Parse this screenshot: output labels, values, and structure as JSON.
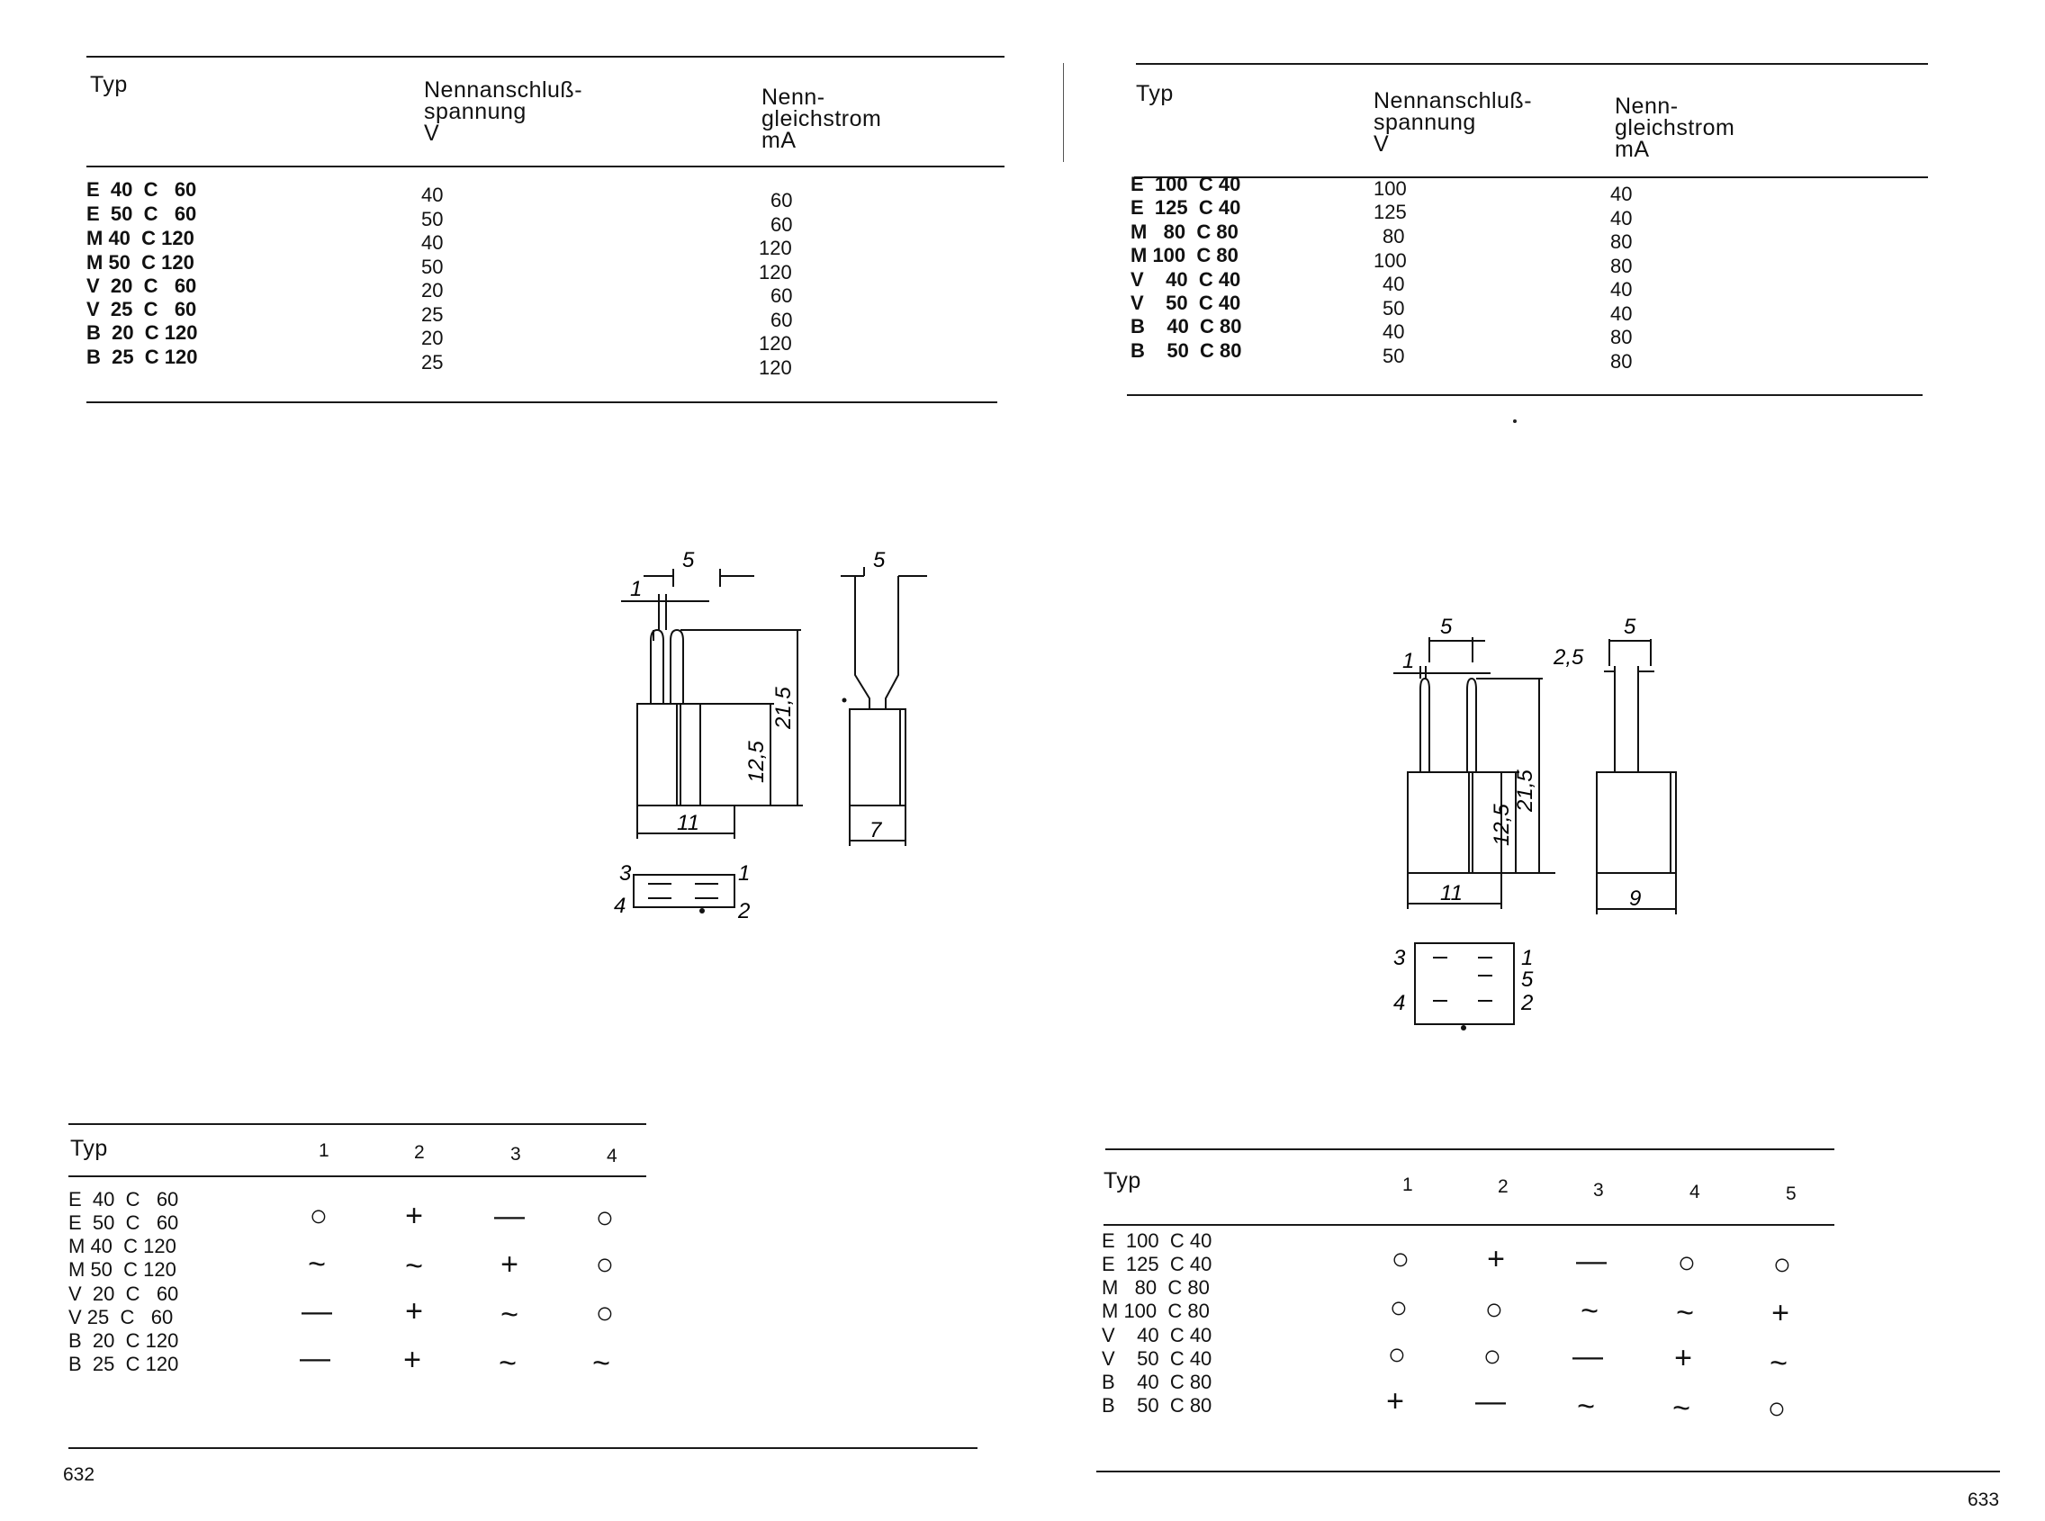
{
  "left": {
    "table1": {
      "headers": [
        "Typ",
        "Nennanschluß-\nspannung\nV",
        "Nenn-\ngleichstrom\nmA"
      ],
      "rows": [
        [
          "E  40  C   60",
          "40",
          "60"
        ],
        [
          "E  50  C   60",
          "50",
          "60"
        ],
        [
          "M 40  C 120",
          "40",
          "120"
        ],
        [
          "M 50  C 120",
          "50",
          "120"
        ],
        [
          "V  20  C   60",
          "20",
          "60"
        ],
        [
          "V  25  C   60",
          "25",
          "60"
        ],
        [
          "B  20  C 120",
          "20",
          "120"
        ],
        [
          "B  25  C 120",
          "25",
          "120"
        ]
      ]
    },
    "drawing": {
      "dims": [
        "5",
        "1",
        "21,5",
        "12,5",
        "11",
        "5",
        "7"
      ],
      "pins": [
        "3",
        "1",
        "4",
        "2"
      ]
    },
    "table2": {
      "headers": [
        "Typ",
        "1",
        "2",
        "3",
        "4"
      ],
      "types": [
        "E  40  C   60",
        "E  50  C   60",
        "M 40  C 120",
        "M 50  C 120",
        "V  20  C   60",
        "V 25  C   60",
        "B  20  C 120",
        "B  25  C 120"
      ],
      "groups": [
        [
          "○",
          "+",
          "—",
          "○"
        ],
        [
          "~",
          "~",
          "+",
          "○"
        ],
        [
          "—",
          "+",
          "~",
          "○"
        ],
        [
          "—",
          "+",
          "~",
          "~"
        ]
      ]
    },
    "page_number": "632"
  },
  "right": {
    "table1": {
      "headers": [
        "Typ",
        "Nennanschluß-\nspannung\nV",
        "Nenn-\ngleichstrom\nmA"
      ],
      "rows": [
        [
          "E  100  C 40",
          "100",
          "40"
        ],
        [
          "E  125  C 40",
          "125",
          "40"
        ],
        [
          "M   80  C 80",
          "80",
          "80"
        ],
        [
          "M 100  C 80",
          "100",
          "80"
        ],
        [
          "V    40  C 40",
          "40",
          "40"
        ],
        [
          "V    50  C 40",
          "50",
          "40"
        ],
        [
          "B    40  C 80",
          "40",
          "80"
        ],
        [
          "B    50  C 80",
          "50",
          "80"
        ]
      ]
    },
    "drawing": {
      "dims": [
        "5",
        "1",
        "21,5",
        "12,5",
        "11",
        "2,5",
        "5",
        "9"
      ],
      "pins": [
        "3",
        "1",
        "5",
        "4",
        "2"
      ]
    },
    "table2": {
      "headers": [
        "Typ",
        "1",
        "2",
        "3",
        "4",
        "5"
      ],
      "types": [
        "E  100  C 40",
        "E  125  C 40",
        "M   80  C 80",
        "M 100  C 80",
        "V    40  C 40",
        "V    50  C 40",
        "B    40  C 80",
        "B    50  C 80"
      ],
      "groups": [
        [
          "○",
          "+",
          "—",
          "○",
          "○"
        ],
        [
          "○",
          "○",
          "~",
          "~",
          "+"
        ],
        [
          "○",
          "○",
          "—",
          "+",
          "~"
        ],
        [
          "+",
          "—",
          "~",
          "~",
          "○"
        ]
      ]
    },
    "page_number": "633"
  }
}
